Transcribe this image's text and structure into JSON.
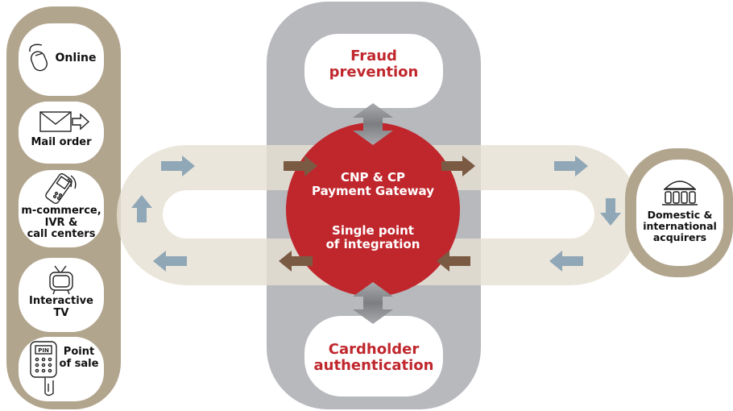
{
  "channels": [
    {
      "id": "online",
      "icon": "mouse-icon",
      "lines": [
        "Online"
      ]
    },
    {
      "id": "mail-order",
      "icon": "envelope-icon",
      "lines": [
        "Mail order"
      ]
    },
    {
      "id": "m-commerce",
      "icon": "mobile-phone-icon",
      "lines": [
        "m-commerce,",
        "IVR &",
        "call centers"
      ]
    },
    {
      "id": "interactive-tv",
      "icon": "tv-icon",
      "lines": [
        "Interactive",
        "TV"
      ]
    },
    {
      "id": "point-of-sale",
      "icon": "pos-terminal-icon",
      "pin": "PIN",
      "lines": [
        "Point",
        "of sale"
      ]
    }
  ],
  "fraud": {
    "lines": [
      "Fraud",
      "prevention"
    ]
  },
  "cardholder": {
    "lines": [
      "Cardholder",
      "authentication"
    ]
  },
  "gateway": {
    "lines": [
      "CNP & CP",
      "Payment Gateway"
    ],
    "lines2": [
      "Single point",
      "of integration"
    ]
  },
  "acquirers": {
    "icon": "bank-building-icon",
    "lines": [
      "Domestic &",
      "international",
      "acquirers"
    ]
  },
  "colors": {
    "tan": "#b2a58e",
    "loop": "#e6e0d3",
    "gray_panel": "#b8b9bd",
    "red": "#c0272d",
    "arrow_blue": "#8fa7b6",
    "arrow_brown": "#7a5a43",
    "double_arrow": "#8c8d90"
  }
}
